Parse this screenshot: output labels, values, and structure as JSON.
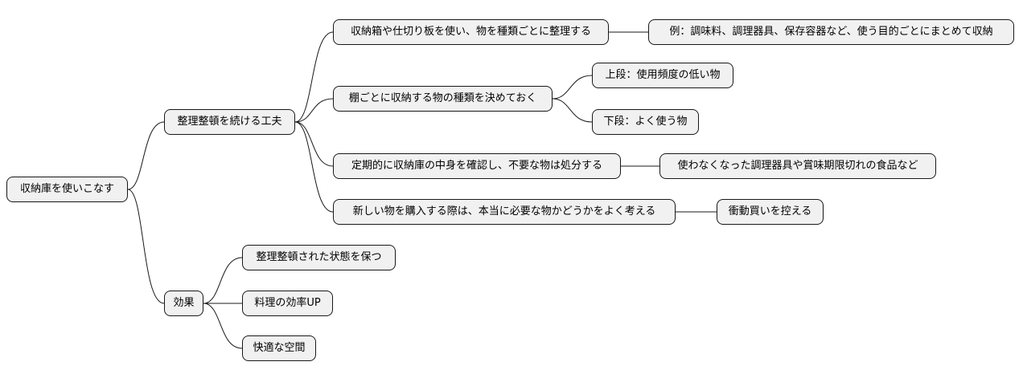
{
  "mindmap": {
    "root": "収納庫を使いこなす",
    "branches": [
      {
        "label": "整理整頓を続ける工夫",
        "children": [
          {
            "label": "収納箱や仕切り板を使い、物を種類ごとに整理する",
            "children": [
              "例：調味料、調理器具、保存容器など、使う目的ごとにまとめて収納"
            ]
          },
          {
            "label": "棚ごとに収納する物の種類を決めておく",
            "children": [
              "上段：使用頻度の低い物",
              "下段：よく使う物"
            ]
          },
          {
            "label": "定期的に収納庫の中身を確認し、不要な物は処分する",
            "children": [
              "使わなくなった調理器具や賞味期限切れの食品など"
            ]
          },
          {
            "label": "新しい物を購入する際は、本当に必要な物かどうかをよく考える",
            "children": [
              "衝動買いを控える"
            ]
          }
        ]
      },
      {
        "label": "効果",
        "children": [
          {
            "label": "整理整頓された状態を保つ",
            "children": []
          },
          {
            "label": "料理の効率UP",
            "children": []
          },
          {
            "label": "快適な空間",
            "children": []
          }
        ]
      }
    ]
  }
}
